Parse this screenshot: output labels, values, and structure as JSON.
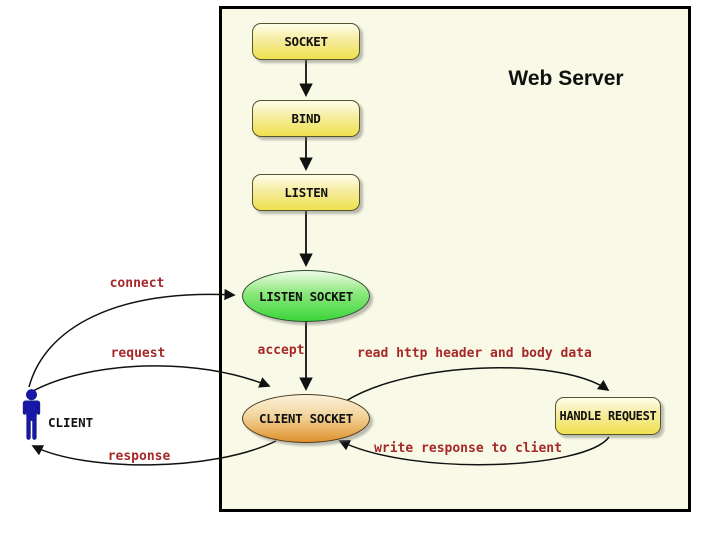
{
  "title": "Web Server",
  "actor": {
    "label": "CLIENT"
  },
  "nodes": {
    "socket": {
      "label": "SOCKET"
    },
    "bind": {
      "label": "BIND"
    },
    "listen": {
      "label": "LISTEN"
    },
    "listen_socket": {
      "label": "LISTEN SOCKET"
    },
    "client_socket": {
      "label": "CLIENT SOCKET"
    },
    "handle_request": {
      "label": "HANDLE REQUEST"
    }
  },
  "edges": {
    "connect": {
      "label": "connect"
    },
    "request": {
      "label": "request"
    },
    "response": {
      "label": "response"
    },
    "accept": {
      "label": "accept"
    },
    "read": {
      "label": "read http header and body data"
    },
    "write": {
      "label": "write response to client"
    }
  },
  "colors": {
    "edge_label_red": "#A62929",
    "box_yellow": "#EFE14E",
    "ellipse_green": "#3BD53B",
    "ellipse_orange": "#E0912D",
    "server_background": "#F9F9E7",
    "person_blue": "#1717A8",
    "arrow_black": "#111111"
  }
}
